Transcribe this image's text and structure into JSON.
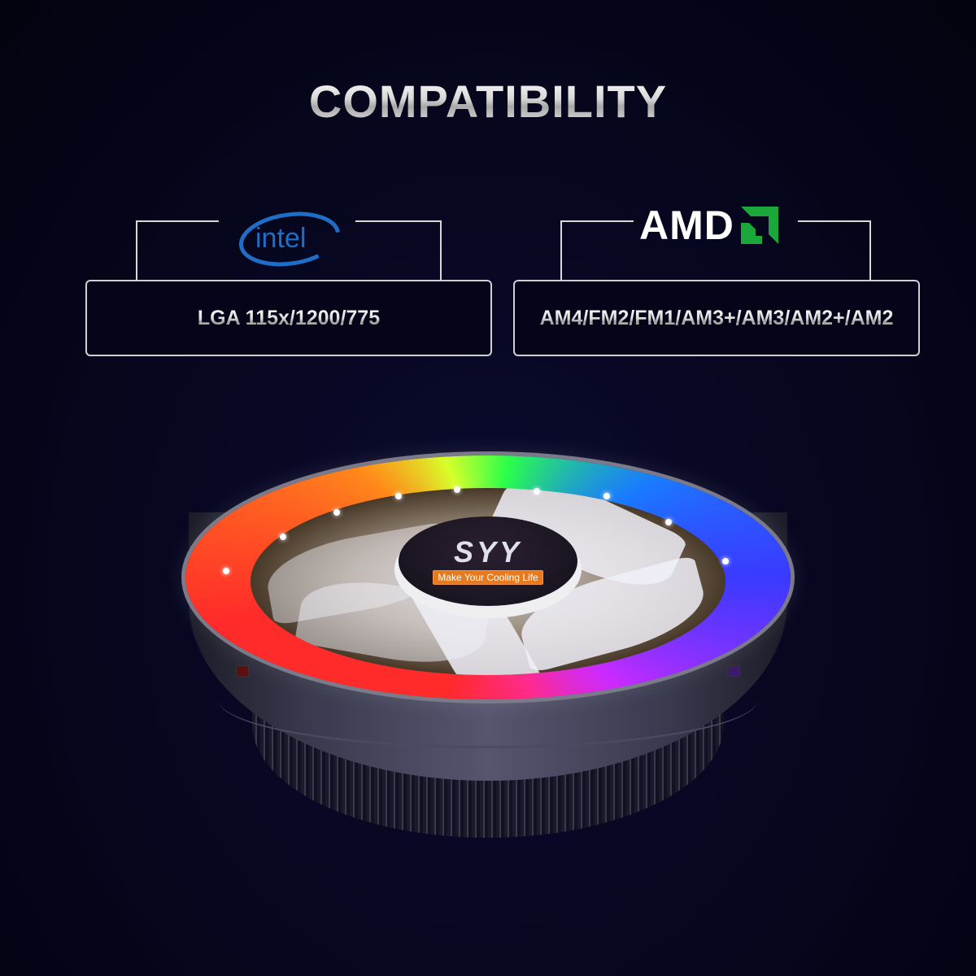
{
  "header": {
    "title": "COMPATIBILITY"
  },
  "intel": {
    "logo_text": "intel",
    "sockets": "LGA 115x/1200/775",
    "brand_color": "#1e6ec8"
  },
  "amd": {
    "logo_text": "AMD",
    "sockets": "AM4/FM2/FM1/AM3+/AM3/AM2+/AM2",
    "arrow_color": "#1aa83a"
  },
  "product": {
    "brand": "SYY",
    "slogan": "Make Your Cooling Life",
    "slogan_color": "#e87a1e"
  },
  "colors": {
    "background": "#05051a",
    "border": "#d0d0d4"
  }
}
